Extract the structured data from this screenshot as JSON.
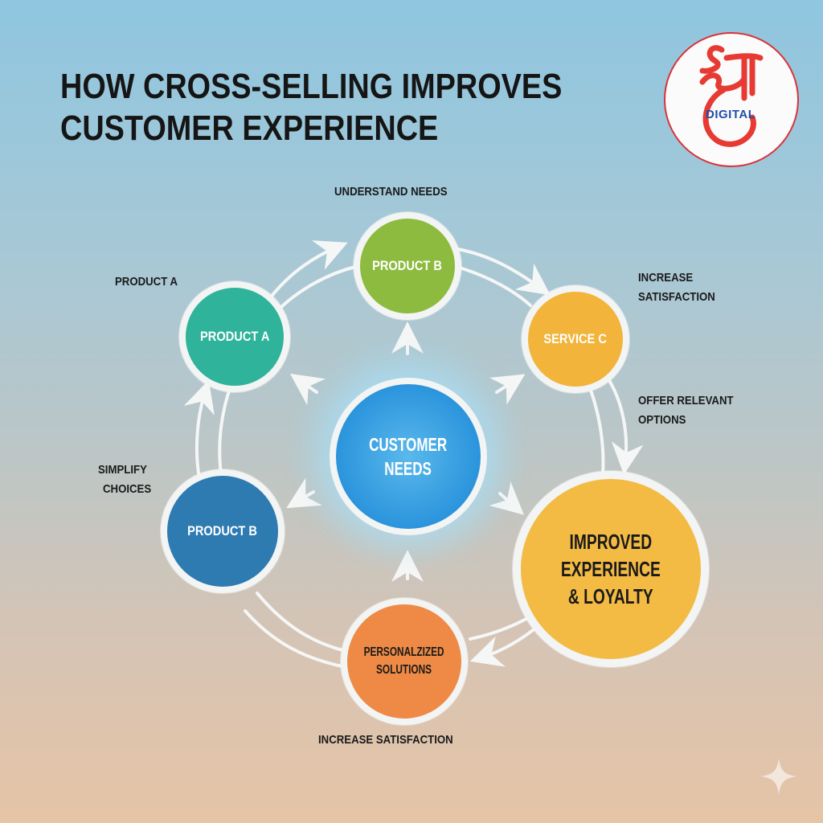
{
  "title": {
    "line1": "HOW CROSS-SELLING IMPROVES",
    "line2": "CUSTOMER EXPERIENCE"
  },
  "logo": {
    "text": "DIGITAL",
    "colors": {
      "glyph": "#e63a33",
      "text": "#1f4fa8",
      "ring": "#d9333a"
    }
  },
  "center_node": {
    "line1": "CUSTOMER",
    "line2": "NEEDS",
    "color": "#2f98de"
  },
  "nodes": [
    {
      "id": "product-b-top",
      "label": "PRODUCT B",
      "color": "#8dbb3f"
    },
    {
      "id": "service-c",
      "label": "SERVICE C",
      "color": "#f2b43a"
    },
    {
      "id": "improved-experience",
      "line1": "IMPROVED",
      "line2": "EXPERIENCE",
      "line3": "& LOYALTY",
      "color": "#f3bb44"
    },
    {
      "id": "personalized-solutions",
      "line1": "PERSONALZIZED",
      "line2": "SOLUTIONS",
      "color": "#ee8a45"
    },
    {
      "id": "product-b-left",
      "label": "PRODUCT B",
      "color": "#2e7bb2"
    },
    {
      "id": "product-a",
      "label": "PRODUCT A",
      "color": "#2fb39a"
    }
  ],
  "annotations": {
    "top": "UNDERSTAND NEEDS",
    "top_left": "PRODUCT A",
    "top_right_1": "INCREASE",
    "top_right_2": "SATISFACTION",
    "right_1": "OFFER RELEVANT",
    "right_2": "OPTIONS",
    "left_1": "SIMPLIFY",
    "left_2": "CHOICES",
    "bottom": "INCREASE SATISFACTION"
  },
  "icons": {
    "sparkle": "four-point-star"
  }
}
